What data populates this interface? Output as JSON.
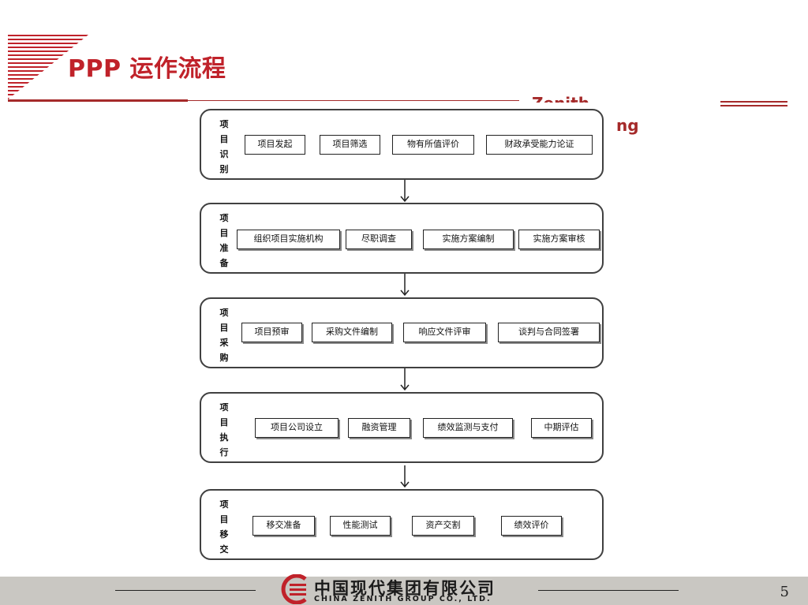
{
  "slide": {
    "title": "PPP 运作流程",
    "watermark_top": "Zenith",
    "watermark_bottom": "ng",
    "page_number": "5"
  },
  "stages": [
    {
      "label": "项目识别",
      "steps": [
        "项目发起",
        "项目筛选",
        "物有所值评价",
        "财政承受能力论证"
      ]
    },
    {
      "label": "项目准备",
      "steps": [
        "组织项目实施机构",
        "尽职调查",
        "实施方案编制",
        "实施方案审核"
      ]
    },
    {
      "label": "项目采购",
      "steps": [
        "项目预审",
        "采购文件编制",
        "响应文件评审",
        "谈判与合同签署"
      ]
    },
    {
      "label": "项目执行",
      "steps": [
        "项目公司设立",
        "融资管理",
        "绩效监测与支付",
        "中期评估"
      ]
    },
    {
      "label": "项目移交",
      "steps": [
        "移交准备",
        "性能测试",
        "资产交割",
        "绩效评价"
      ]
    }
  ],
  "footer": {
    "company_cn": "中国现代集团有限公司",
    "company_en": "CHINA ZENITH GROUP CO., LTD."
  },
  "colors": {
    "brand_red": "#c0222a",
    "rule_red": "#a52a2a",
    "footer_gray": "#c9c7c2"
  },
  "icons": {
    "corner_stripes": "diagonal-stripe-logo-icon",
    "company_logo": "zenith-logo-icon",
    "flow_arrow": "arrow-down-icon"
  }
}
